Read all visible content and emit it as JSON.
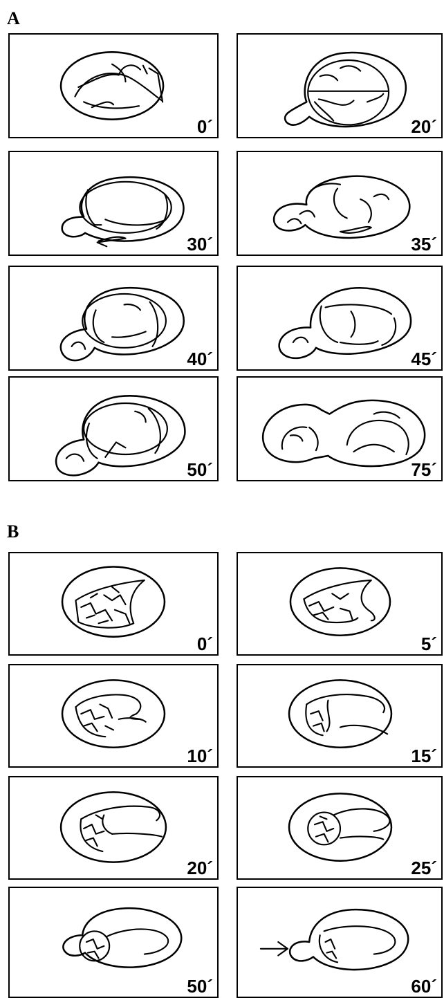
{
  "section_a": {
    "label": "A",
    "times": [
      "0´",
      "20´",
      "30´",
      "35´",
      "40´",
      "45´",
      "50´",
      "75´"
    ]
  },
  "section_b": {
    "label": "B",
    "times": [
      "0´",
      "5´",
      "10´",
      "15´",
      "20´",
      "25´",
      "50´",
      "60´"
    ]
  }
}
